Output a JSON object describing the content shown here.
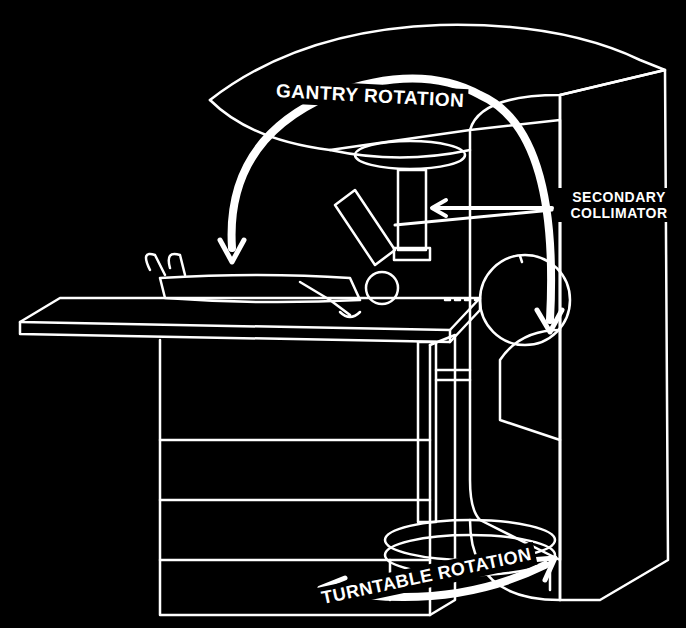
{
  "diagram": {
    "labels": [
      "GANTRY ROTATION",
      "SECONDARY COLLIMATOR",
      "TURNTABLE ROTATION"
    ]
  }
}
